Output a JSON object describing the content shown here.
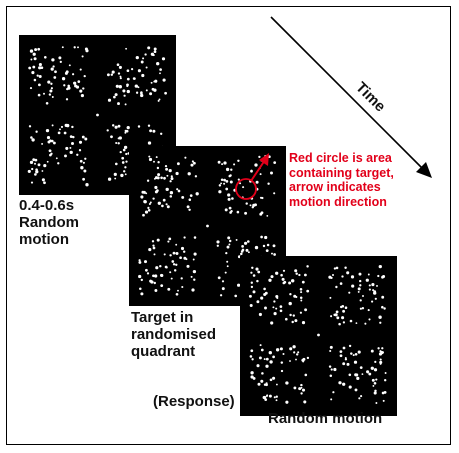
{
  "time_label": "Time",
  "stages": [
    {
      "id": "random-1",
      "label": "0.4-0.6s\nRandom\nmotion"
    },
    {
      "id": "target",
      "label": "Target in\nrandomised\nquadrant"
    },
    {
      "id": "random-2",
      "label": "Random motion"
    }
  ],
  "response_label": "(Response)",
  "annotation": "Red circle is area\ncontaining target,\narrow indicates\nmotion direction",
  "colors": {
    "dots": "#ffffff",
    "panel": "#000000",
    "annotation": "#e2001a",
    "arrow": "#000000"
  }
}
